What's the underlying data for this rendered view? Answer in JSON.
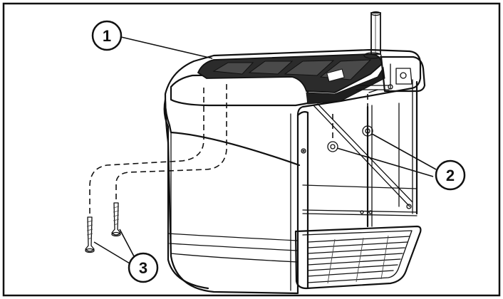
{
  "figure": {
    "frame_color": "#111111",
    "dark_panel_color": "#2b2b2b",
    "callouts": [
      {
        "id": "callout-1",
        "label": "1"
      },
      {
        "id": "callout-2",
        "label": "2"
      },
      {
        "id": "callout-3",
        "label": "3"
      }
    ]
  }
}
